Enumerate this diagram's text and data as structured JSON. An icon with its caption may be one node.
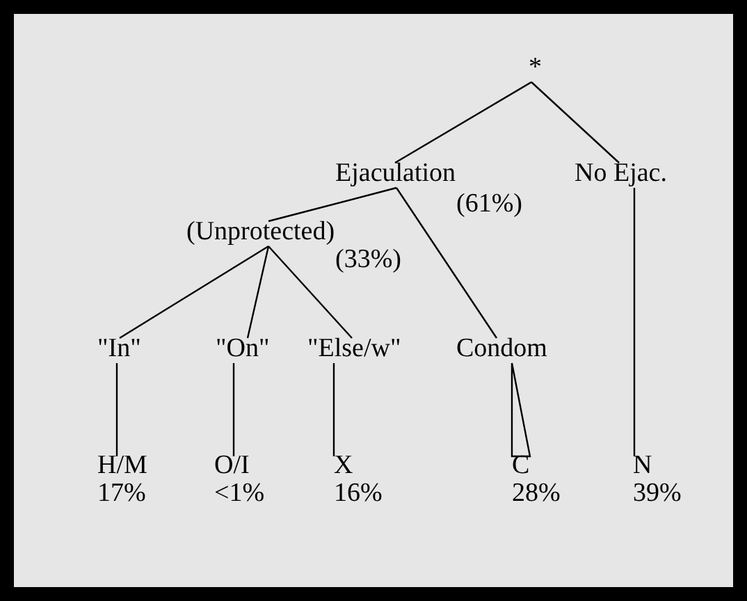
{
  "diagram": {
    "nodes": [
      {
        "text": [
          "*"
        ]
      },
      {
        "text": [
          "Ejaculation"
        ],
        "beside": [
          "(61%)"
        ]
      },
      {
        "text": [
          "No Ejac."
        ]
      },
      {
        "text": [
          "(Unprotected)"
        ],
        "beside": [
          "(33%)"
        ]
      },
      {
        "text": [
          "\"In\""
        ]
      },
      {
        "text": [
          "\"On\""
        ]
      },
      {
        "text": [
          "\"Else/w\""
        ]
      },
      {
        "text": [
          "Condom"
        ]
      },
      {
        "text": [
          "H/M",
          "17%"
        ]
      },
      {
        "text": [
          "O/I",
          "<1%"
        ]
      },
      {
        "text": [
          "X",
          "16%"
        ]
      },
      {
        "text": [
          "C",
          "28%"
        ]
      },
      {
        "text": [
          "N",
          "39%"
        ]
      }
    ],
    "edges": [
      {
        "from": 0,
        "to": 1,
        "arrow": "none"
      },
      {
        "from": 0,
        "to": 2,
        "arrow": "none"
      },
      {
        "from": 1,
        "to": 3,
        "arrow": "none"
      },
      {
        "from": 1,
        "to": 7,
        "arrow": "none"
      },
      {
        "from": 3,
        "to": 4,
        "arrow": "none"
      },
      {
        "from": 3,
        "to": 5,
        "arrow": "none"
      },
      {
        "from": 3,
        "to": 6,
        "arrow": "none"
      },
      {
        "from": 4,
        "to": 8,
        "arrow": "none"
      },
      {
        "from": 5,
        "to": 9,
        "arrow": "none"
      },
      {
        "from": 6,
        "to": 10,
        "arrow": "none"
      },
      {
        "from": 7,
        "to": 11,
        "arrow": "none"
      },
      {
        "from": 2,
        "to": 12,
        "arrow": "none"
      }
    ]
  }
}
